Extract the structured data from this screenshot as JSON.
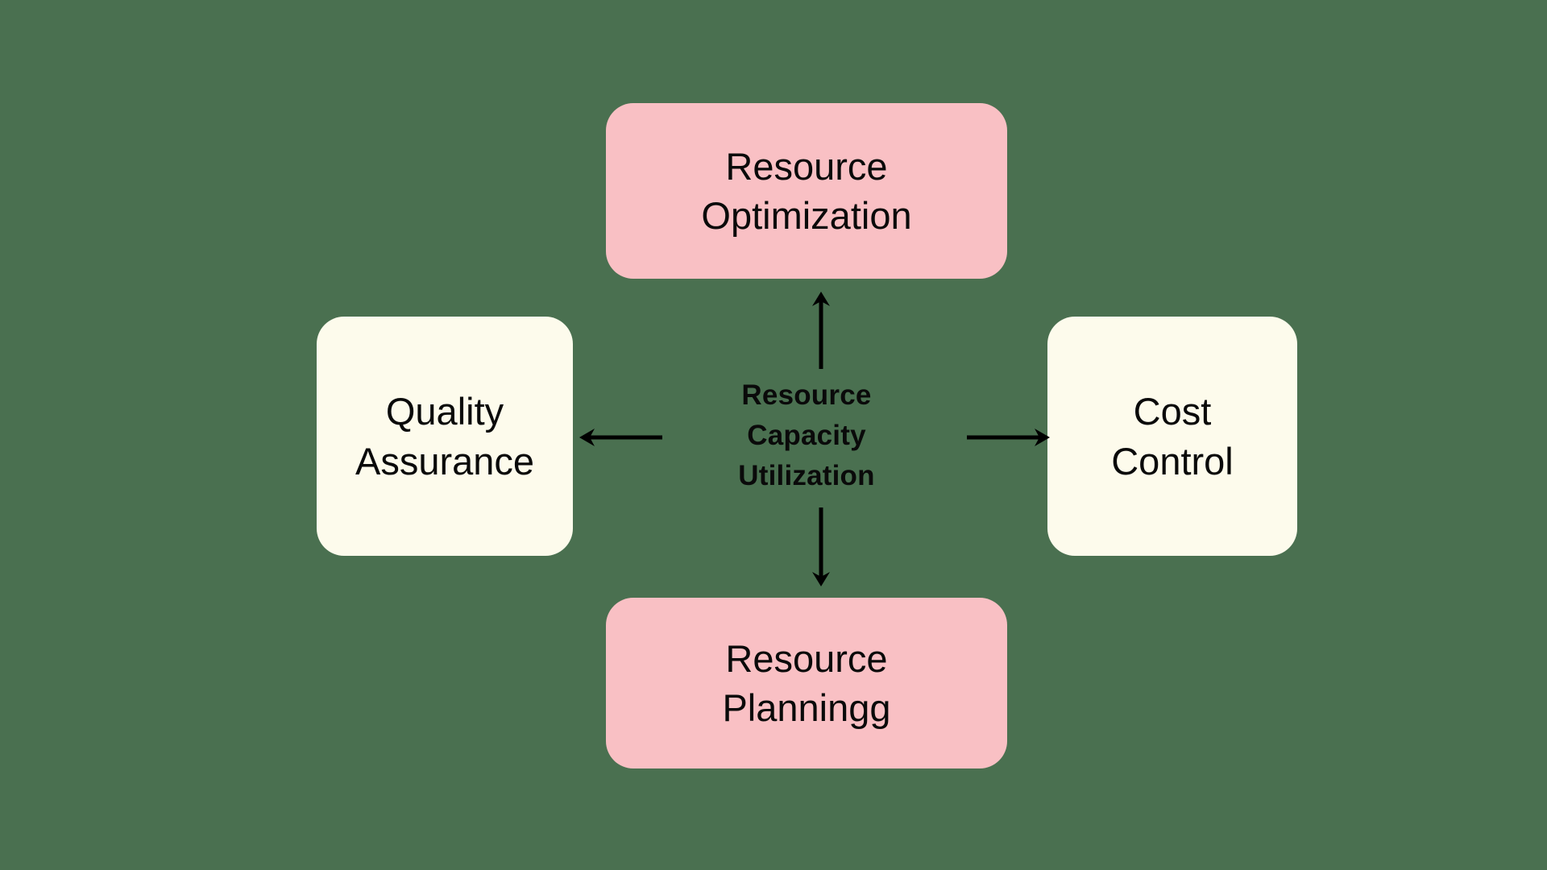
{
  "diagram": {
    "type": "hub-and-spoke",
    "background_color": "#4a7050",
    "hub": {
      "label": "Resource\nCapacity\nUtilization",
      "text_color": "#0a0a0a"
    },
    "nodes": [
      {
        "id": "top",
        "label": "Resource\nOptimization",
        "color": "#f9c0c4",
        "position": "top"
      },
      {
        "id": "right",
        "label": "Cost\nControl",
        "color": "#fdfbec",
        "position": "right"
      },
      {
        "id": "bottom",
        "label": "Resource\nPlanningg",
        "color": "#f9c0c4",
        "position": "bottom"
      },
      {
        "id": "left",
        "label": "Quality\nAssurance",
        "color": "#fdfbec",
        "position": "left"
      }
    ],
    "connectors": [
      {
        "id": "up",
        "direction": "up",
        "from": "hub",
        "to": "top",
        "style": "solid-arrow",
        "color": "#000000"
      },
      {
        "id": "right",
        "direction": "right",
        "from": "hub",
        "to": "right",
        "style": "solid-arrow",
        "color": "#000000"
      },
      {
        "id": "down",
        "direction": "down",
        "from": "hub",
        "to": "bottom",
        "style": "solid-arrow",
        "color": "#000000"
      },
      {
        "id": "left",
        "direction": "left",
        "from": "hub",
        "to": "left",
        "style": "solid-arrow",
        "color": "#000000"
      }
    ]
  }
}
